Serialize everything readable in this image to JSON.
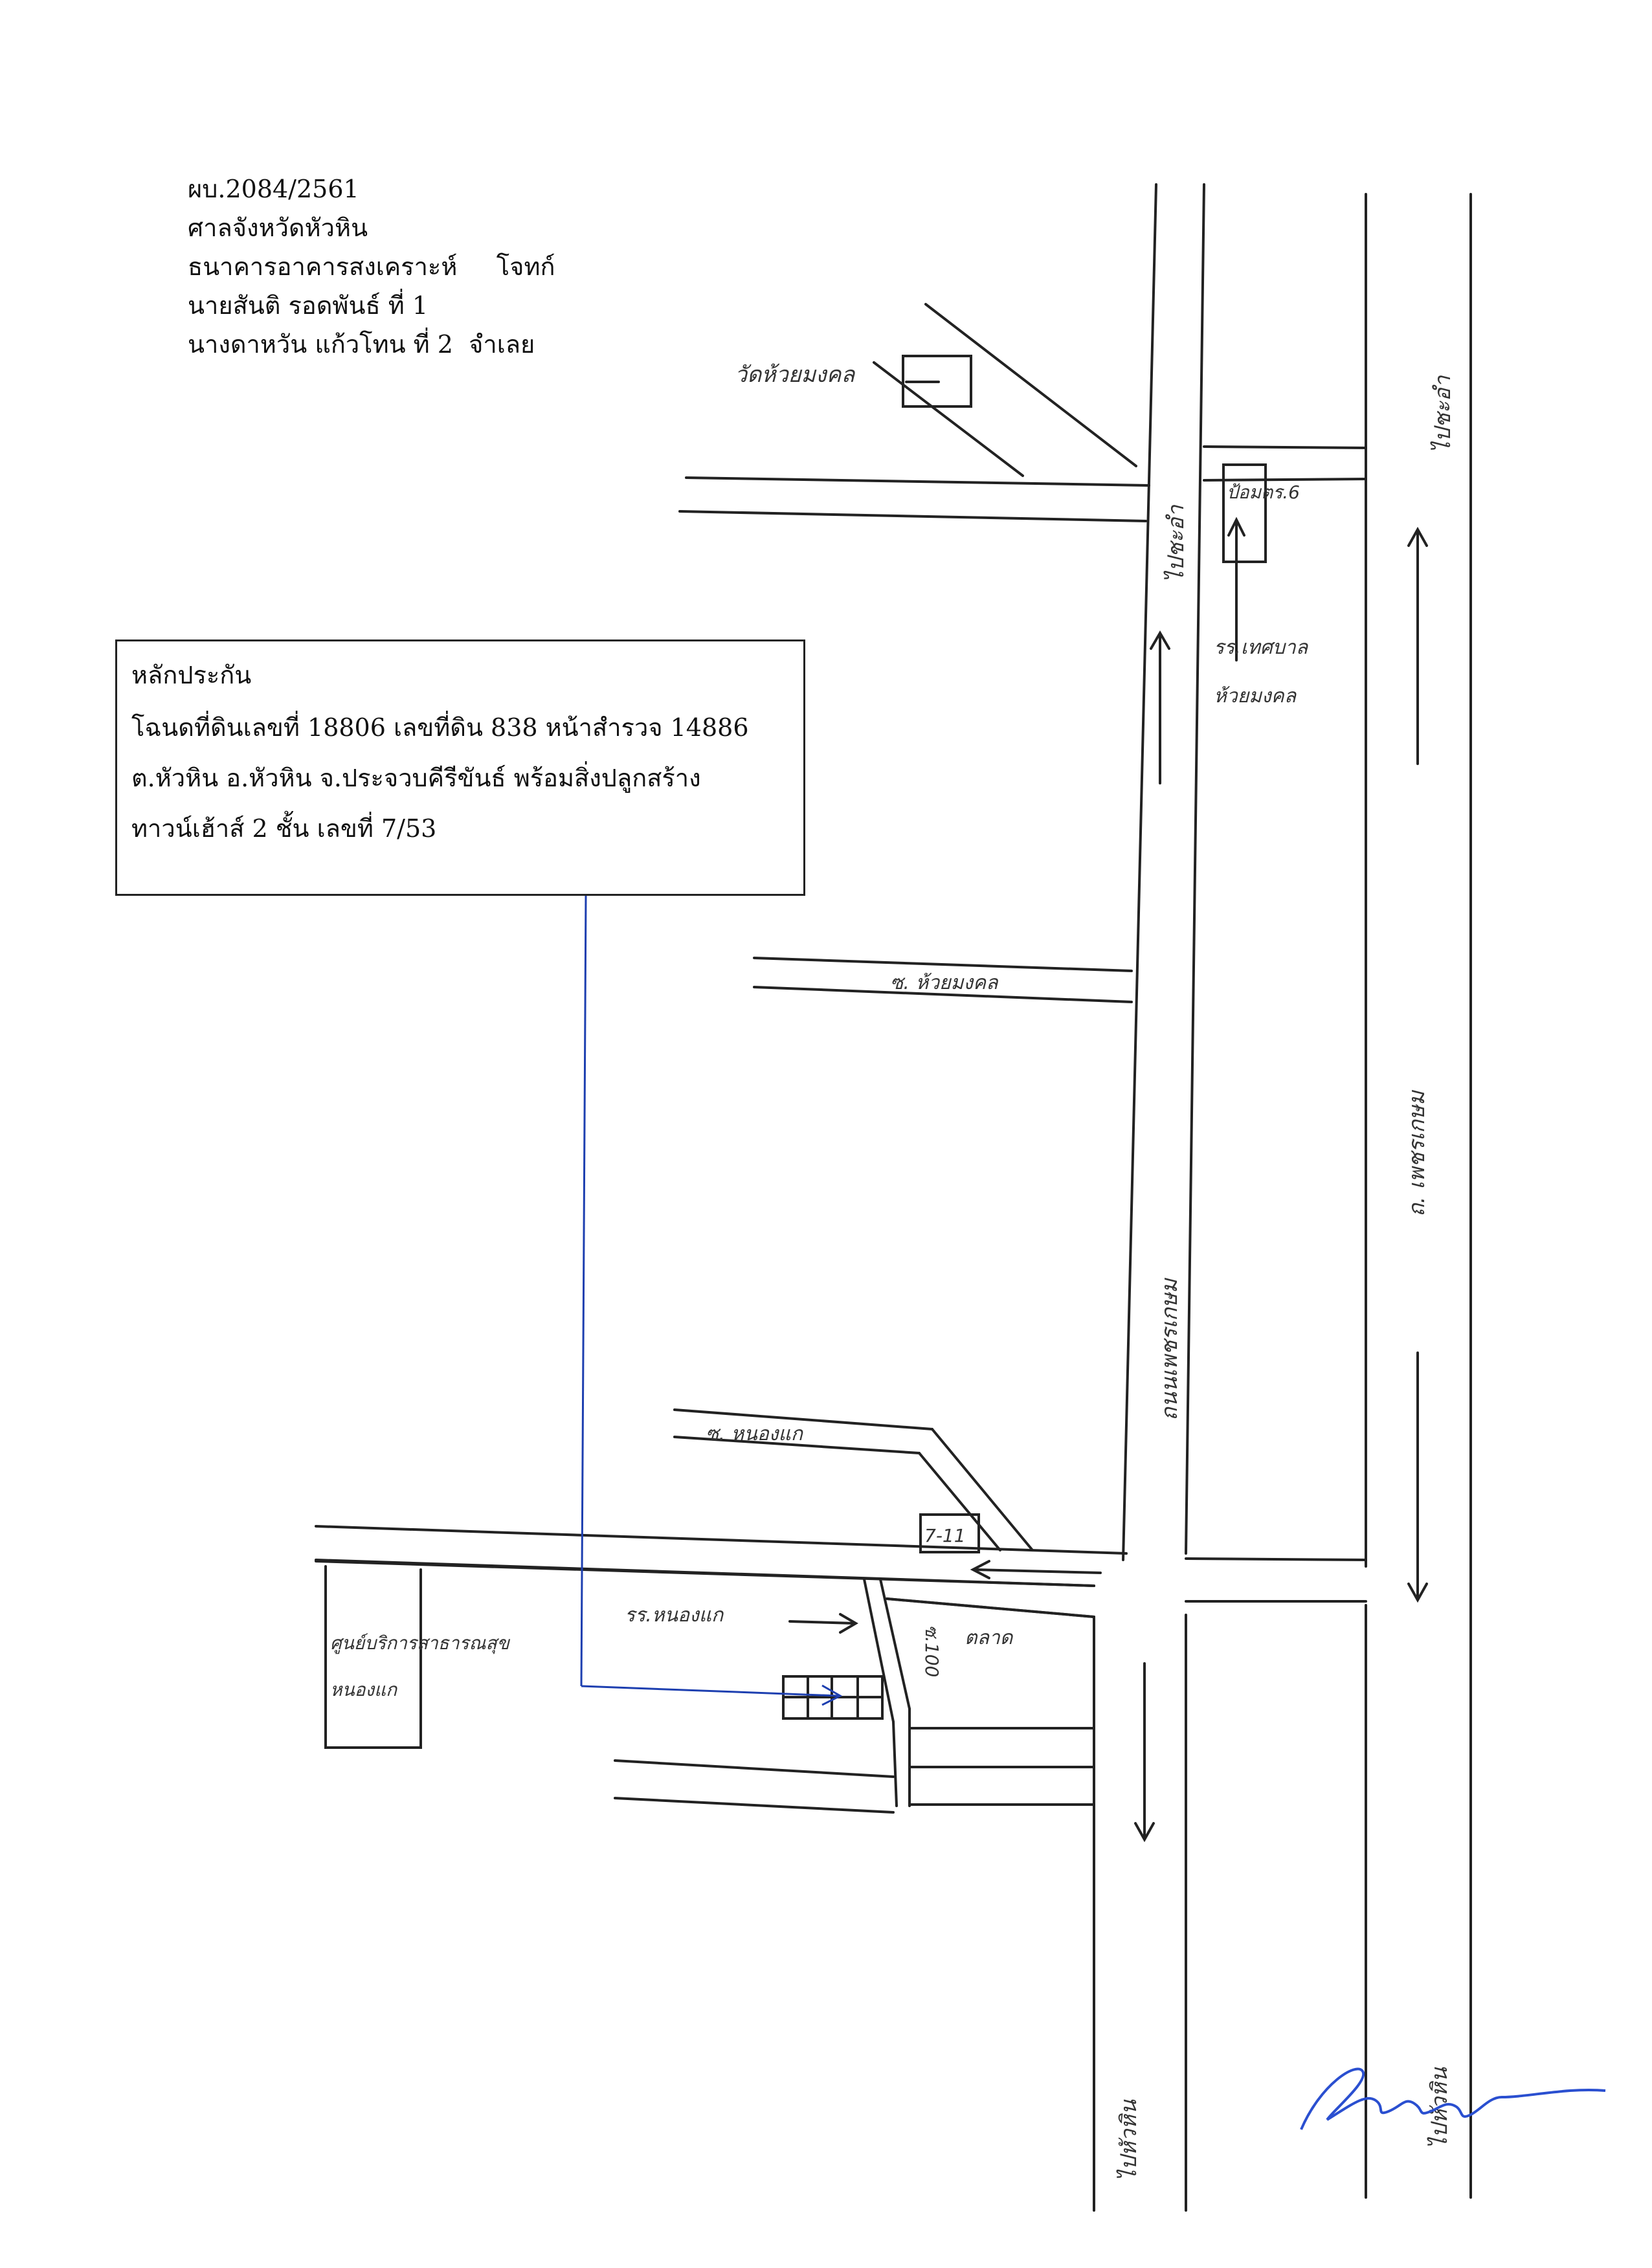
{
  "header": {
    "case_no": "ผบ.2084/2561",
    "court": "ศาลจังหวัดหัวหิน",
    "plaintiff": "ธนาคารอาคารสงเคราะห์     โจทก์",
    "defendant_1": "นายสันติ รอดพันธ์ ที่ 1",
    "defendant_2": "นางดาหวัน แก้วโทน ที่ 2  จำเลย"
  },
  "collateral": {
    "title": "หลักประกัน",
    "line1": "โฉนดที่ดินเลขที่ 18806  เลขที่ดิน 838 หน้าสำรวจ 14886",
    "line2": "ต.หัวหิน อ.หัวหิน จ.ประจวบคีรีขันธ์ พร้อมสิ่งปลูกสร้าง",
    "line3": "ทาวน์เฮ้าส์ 2 ชั้น เลขที่ 7/53"
  },
  "map_labels": {
    "temple": "วัดห้วยมงคล",
    "to_cha_am_left": "ไปชะอำ",
    "to_cha_am_right": "ไปชะอำ",
    "police_box": "ป้อมตร.6",
    "school_top": "รร.เทศบาล ห้วยมงคล",
    "soi_top": "ซ. ห้วยมงคล",
    "main_road": "ถนนเพชรเกษม",
    "right_road": "ถ. เพชรเกษม",
    "soi_bottom": "ซ. หนองแก",
    "seven_eleven": "7-11",
    "school_bottom": "รร.หนองแก",
    "soi_number": "ซ.100",
    "market": "ตลาด",
    "health_center": "ศูนย์บริการสาธารณสุข หนองแก",
    "to_hua_hin_left": "ไปหัวหิน",
    "to_hua_hin_right": "ไปหัวหิน"
  },
  "signature_text": "Sommya",
  "colors": {
    "ink": "#222222",
    "pointer": "#1d3fb0",
    "signature": "#2a4fd0"
  }
}
